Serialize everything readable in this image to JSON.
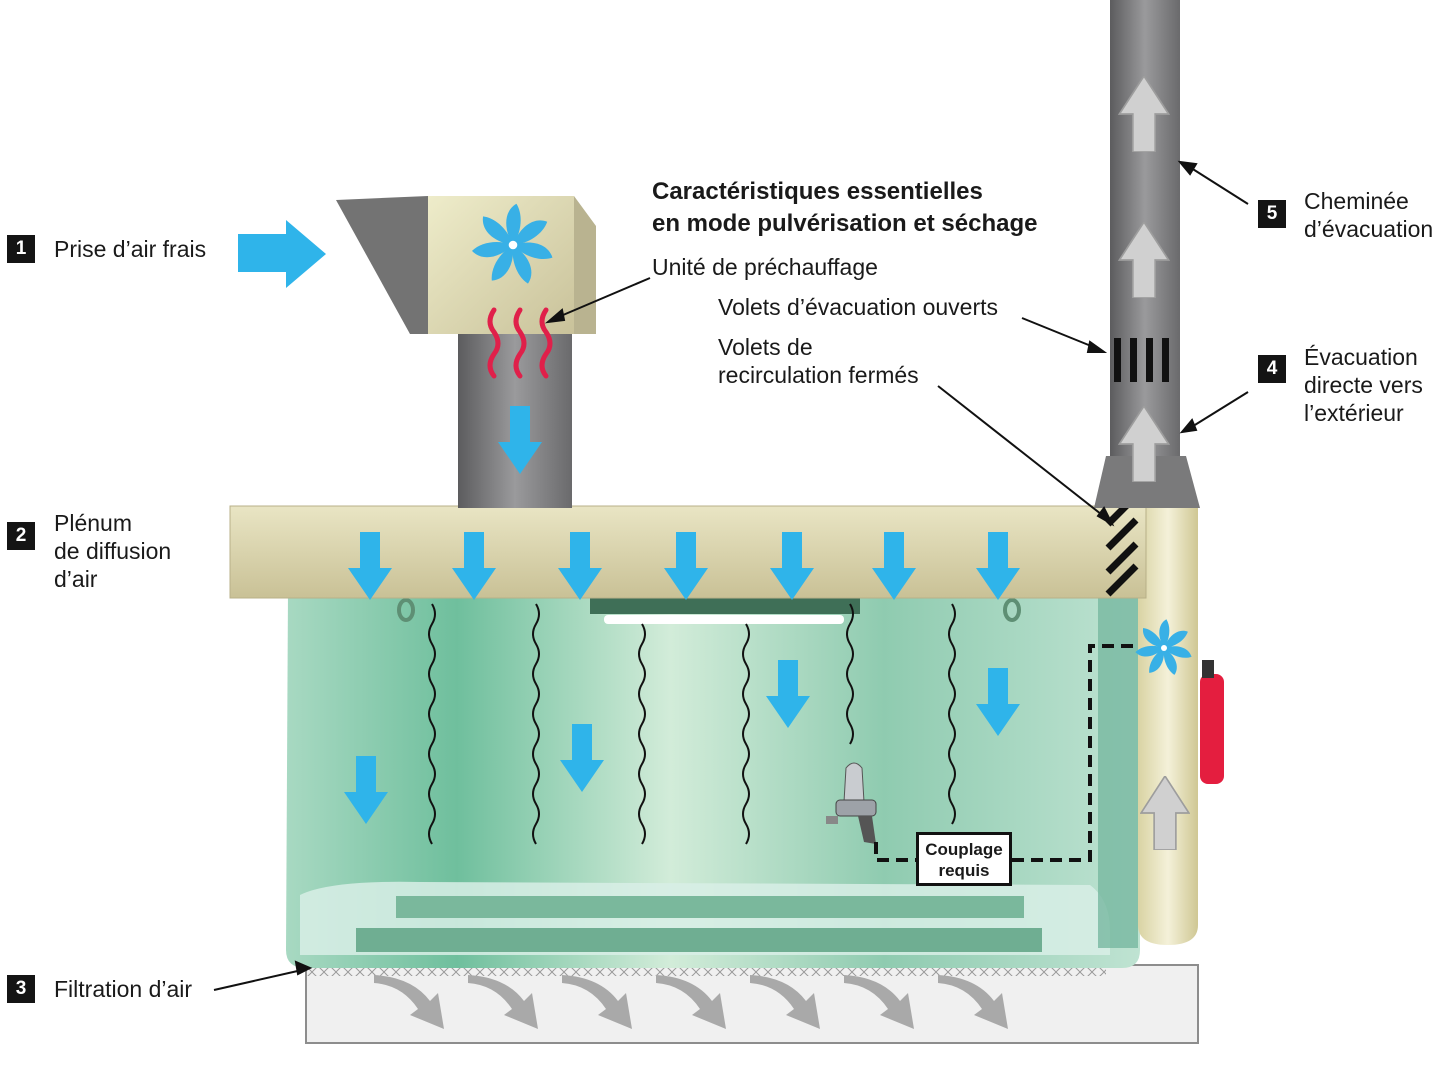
{
  "heading": {
    "line1": "Caractéristiques essentielles",
    "line2": "en mode pulvérisation et séchage"
  },
  "labels": {
    "prechauffage": "Unité de préchauffage",
    "volets_evacuation": "Volets d’évacuation ouverts",
    "volets_recirc_1": "Volets de",
    "volets_recirc_2": "recirculation fermés",
    "couplage_1": "Couplage",
    "couplage_2": "requis"
  },
  "callouts": [
    {
      "num": "1",
      "lines": [
        "Prise d’air frais"
      ]
    },
    {
      "num": "2",
      "lines": [
        "Plénum",
        "de diffusion",
        "d’air"
      ]
    },
    {
      "num": "3",
      "lines": [
        "Filtration d’air"
      ]
    },
    {
      "num": "4",
      "lines": [
        "Évacuation",
        "directe vers",
        "l’extérieur"
      ]
    },
    {
      "num": "5",
      "lines": [
        "Cheminée",
        "d’évacuation"
      ]
    }
  ],
  "colors": {
    "air_blue": "#2fb4ea",
    "plenum": "#d8d2a6",
    "booth_green": "#a9d9c4",
    "duct_gray": "#7f7f80",
    "heater_red": "#e0204a",
    "extinguisher": "#e41e3f",
    "exhaust_arrow": "#c8c8c8"
  }
}
